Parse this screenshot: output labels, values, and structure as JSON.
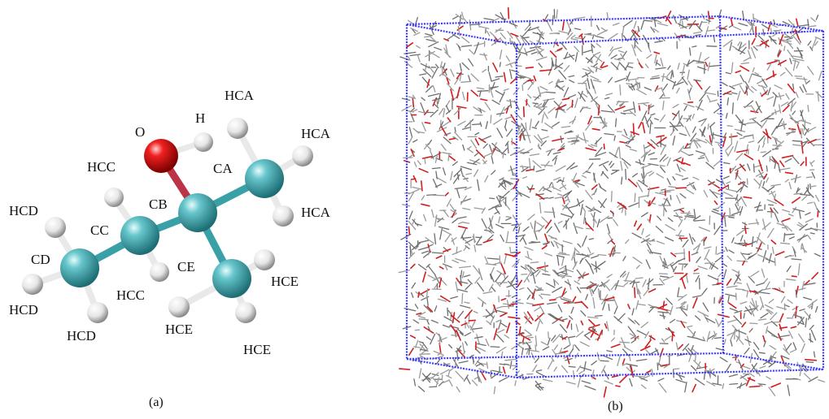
{
  "panel_a": {
    "caption": "(a)",
    "labels": {
      "hca_top": "HCA",
      "hca_right": "HCA",
      "hca_bottom": "HCA",
      "o": "O",
      "h": "H",
      "ca": "CA",
      "hcc_top": "HCC",
      "cb": "CB",
      "hcd_top": "HCD",
      "cc": "CC",
      "cd": "CD",
      "ce": "CE",
      "hce_right": "HCE",
      "hcc_bottom": "HCC",
      "hcd_left": "HCD",
      "hcd_bottom": "HCD",
      "hce_left": "HCE",
      "hce_bottom": "HCE"
    },
    "colors": {
      "carbon": "#3aa0a8",
      "hydrogen": "#f2f2f2",
      "oxygen": "#e01818",
      "bond": "#3aa0a8"
    }
  },
  "panel_b": {
    "caption": "(b)",
    "colors": {
      "box_edge": "#3b3bff",
      "bond_gray": "#9a9a9a",
      "bond_red": "#d21e1e"
    }
  }
}
